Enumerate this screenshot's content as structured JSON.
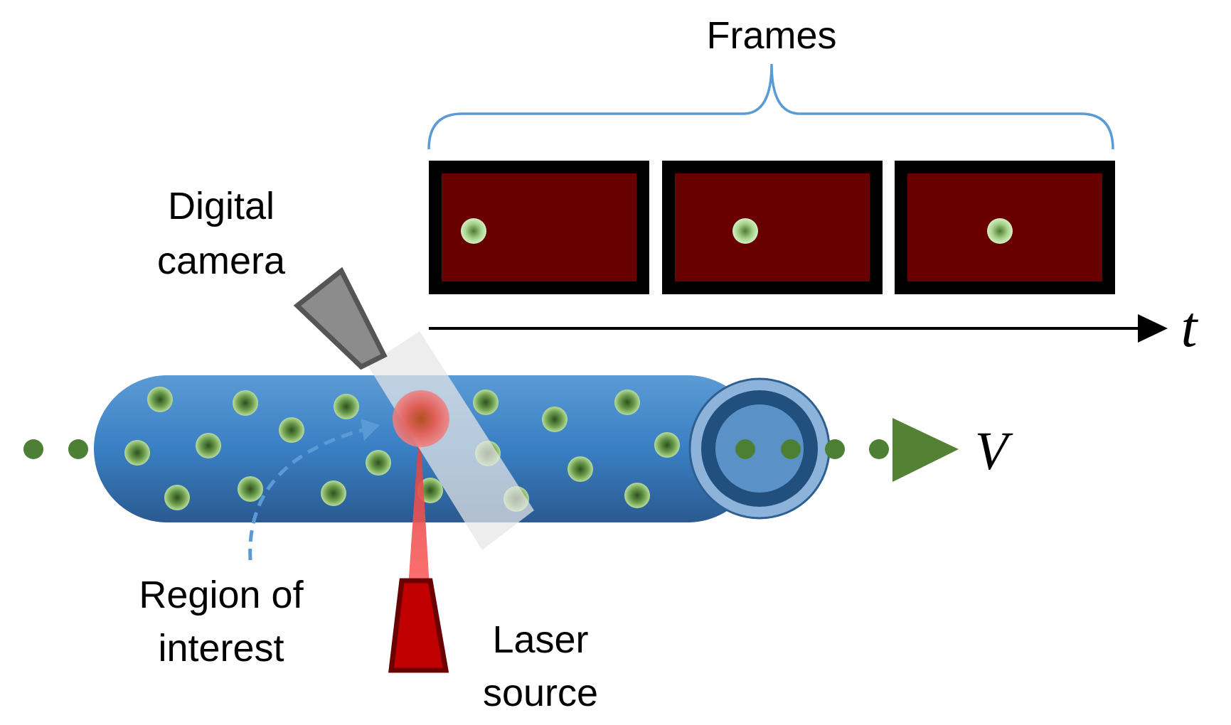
{
  "labels": {
    "frames": "Frames",
    "camera_line1": "Digital",
    "camera_line2": "camera",
    "roi_line1": "Region of",
    "roi_line2": "interest",
    "laser_line1": "Laser",
    "laser_line2": "source",
    "time_symbol": "t",
    "velocity_symbol": "V"
  },
  "colors": {
    "tube": "#3a7fc4",
    "tube_end": "#2a5e90",
    "frame_border": "#000000",
    "frame_fill": "#680000",
    "particle": "#5a8a3a",
    "particle_in_frame": "#9ccf80",
    "brace": "#5b9bd5",
    "laser": "#c00000",
    "camera": "#8c8c8c",
    "velocity_arrow": "#548235"
  },
  "icons": {
    "camera": "digital-camera-icon",
    "laser": "laser-source-icon"
  },
  "frames": [
    {
      "name": "frame-1"
    },
    {
      "name": "frame-2"
    },
    {
      "name": "frame-3"
    }
  ]
}
